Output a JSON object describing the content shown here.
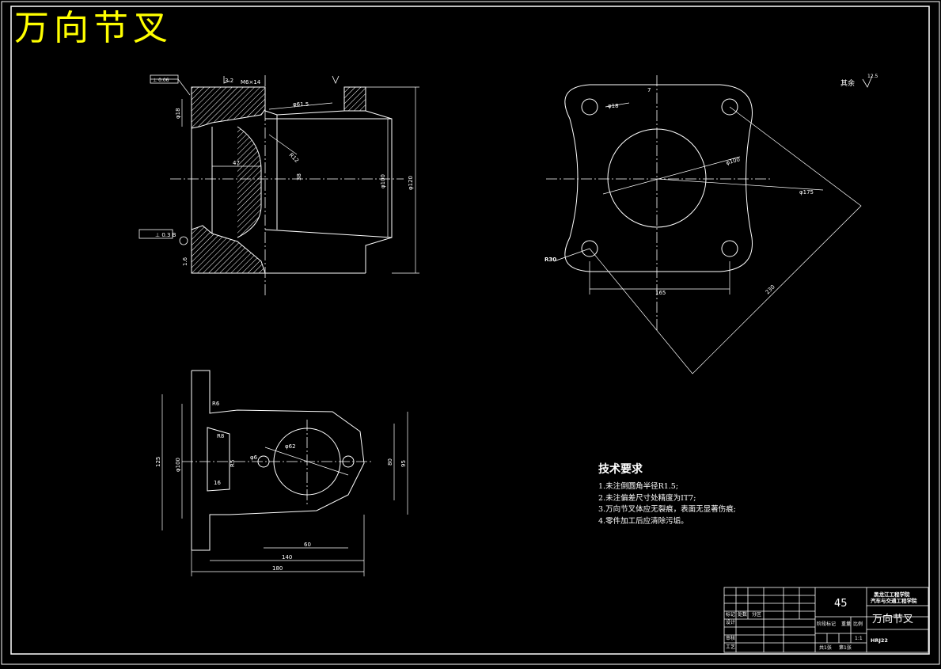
{
  "drawing": {
    "banner_title": "万向节叉",
    "tech_requirements": {
      "heading": "技术要求",
      "items": [
        "1.未注倒圆角半径R1.5;",
        "2.未注偏差尺寸处精度为IT7;",
        "3.万向节叉体应无裂痕，表面无显著伤痕;",
        "4.零件加工后应清除污垢。"
      ]
    },
    "roughness_note": "其余",
    "roughness_value": "12.5",
    "dimensions": {
      "front": [
        "M6×14",
        "φ61.5",
        "R12",
        "47",
        "38",
        "φ100",
        "φ120",
        "3.2",
        "0.3",
        "1.6",
        "φ18"
      ],
      "right": [
        "φ18",
        "φ100",
        "φ175",
        "165",
        "230",
        "R30",
        "7"
      ],
      "bottom": [
        "125",
        "φ100",
        "φ62",
        "95",
        "80",
        "60",
        "140",
        "180",
        "16",
        "R8",
        "R6",
        "φ6",
        "R5"
      ]
    },
    "tolerance_frames": [
      "⊥ 0.3 B",
      "⊥ 0.06"
    ],
    "title_block": {
      "material": "45",
      "school_line1": "黑龙江工程学院",
      "school_line2": "汽车与交通工程学院",
      "part_name": "万向节叉",
      "labels": [
        "标记",
        "处数",
        "分区",
        "设计",
        "审核",
        "工艺",
        "阶段标记",
        "重量",
        "比例",
        "共1张",
        "第1张"
      ],
      "scale": "1:1",
      "drawing_no": "HRJ22"
    }
  }
}
